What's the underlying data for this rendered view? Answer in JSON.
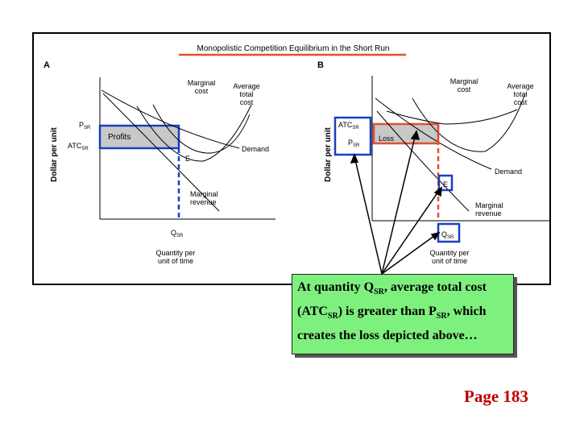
{
  "figure": {
    "title": "Monopolistic Competition Equilibrium in the Short Run",
    "panel_a": {
      "label": "A",
      "y_axis": "Dollar per unit",
      "x_axis_line1": "Quantity per",
      "x_axis_line2": "unit of time",
      "mc_line1": "Marginal",
      "mc_line2": "cost",
      "atc_line1": "Average",
      "atc_line2": "total",
      "atc_line3": "cost",
      "price_label": "P",
      "price_sub": "SR",
      "atc_label": "ATC",
      "atc_sub": "SR",
      "region_label": "Profits",
      "demand_label": "Demand",
      "equilibrium_label": "E",
      "mr_line1": "Marginal",
      "mr_line2": "revenue",
      "q_label": "Q",
      "q_sub": "SR"
    },
    "panel_b": {
      "label": "B",
      "y_axis": "Dollar per unit",
      "x_axis_line1": "Quantity per",
      "x_axis_line2": "unit of time",
      "mc_line1": "Marginal",
      "mc_line2": "cost",
      "atc_line1": "Average",
      "atc_line2": "total",
      "atc_line3": "cost",
      "atc_label": "ATC",
      "atc_sub": "SR",
      "price_label": "P",
      "price_sub": "SR",
      "region_label": "Loss",
      "demand_label": "Demand",
      "equilibrium_label": "E",
      "mr_line1": "Marginal",
      "mr_line2": "revenue",
      "q_label": "Q",
      "q_sub": "SR"
    }
  },
  "callout": {
    "part1": "At quantity Q",
    "sub1": "SR",
    "part2": ",  average total cost (ATC",
    "sub2": "SR",
    "part3": ") is greater than P",
    "sub3": "SR",
    "part4": ", which creates the loss depicted above…"
  },
  "page_number": "Page 183",
  "colors": {
    "title_underline": "#e05030",
    "highlight_box": "#1a3fbf",
    "loss_box": "#e05030",
    "callout_bg": "#7ef07e",
    "page_number": "#c00000",
    "shaded_region": "#c8c8c8"
  }
}
